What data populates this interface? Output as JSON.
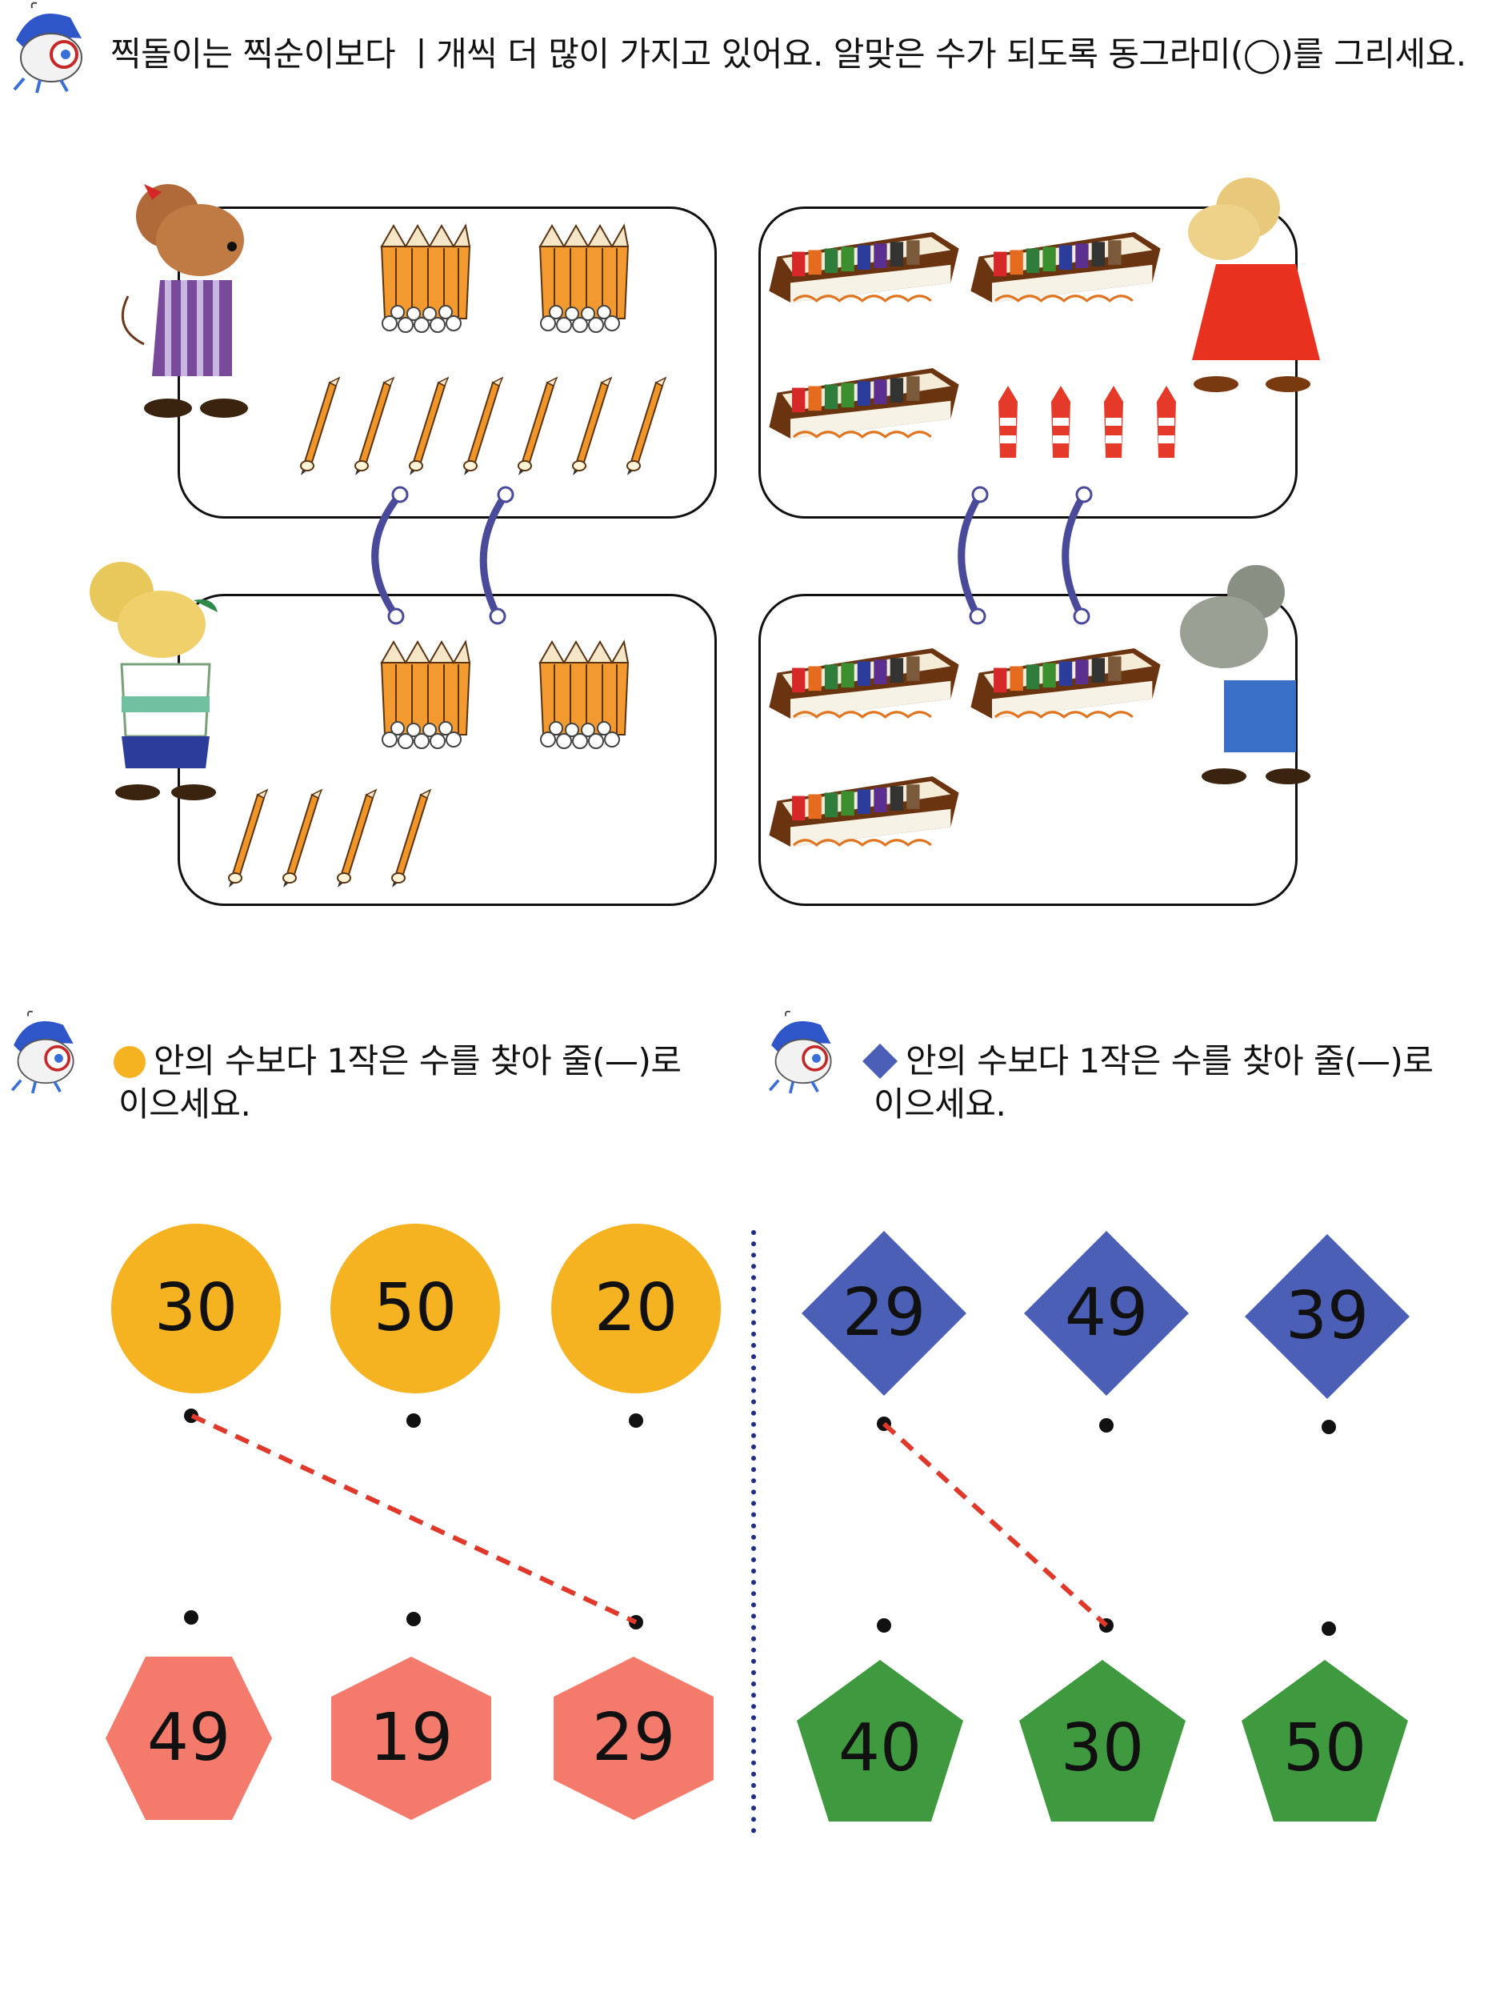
{
  "instructions": {
    "top": "찍돌이는 찍순이보다 ㅣ개씩 더 많이 가지고 있어요. 알맞은 수가 되도록 동그라미(◯)를 그리세요.",
    "left_line1": "안의 수보다 1작은 수를 찾아 줄(—)로",
    "left_line2": "이으세요.",
    "right_line1": "안의 수보다 1작은 수를 찾아 줄(—)로",
    "right_line2": "이으세요."
  },
  "colors": {
    "circle": "#f5b322",
    "diamond": "#4a5fb5",
    "hexagon": "#f47b6b",
    "pentagon": "#3f9a3f",
    "answer_line": "#e0392b",
    "divider": "#1f2e8c",
    "ring": "#4a4a9a"
  },
  "left_puzzle": {
    "top_circles": [
      "30",
      "50",
      "20"
    ],
    "bottom_hexagons": [
      "49",
      "19",
      "29"
    ]
  },
  "right_puzzle": {
    "top_diamonds": [
      "29",
      "49",
      "39"
    ],
    "bottom_pentagons": [
      "40",
      "30",
      "50"
    ]
  },
  "icons": [
    "mascot-icon",
    "mouse-icon",
    "pencil-bundle-icon",
    "pencil-icon",
    "crayon-box-icon",
    "crayon-icon"
  ]
}
